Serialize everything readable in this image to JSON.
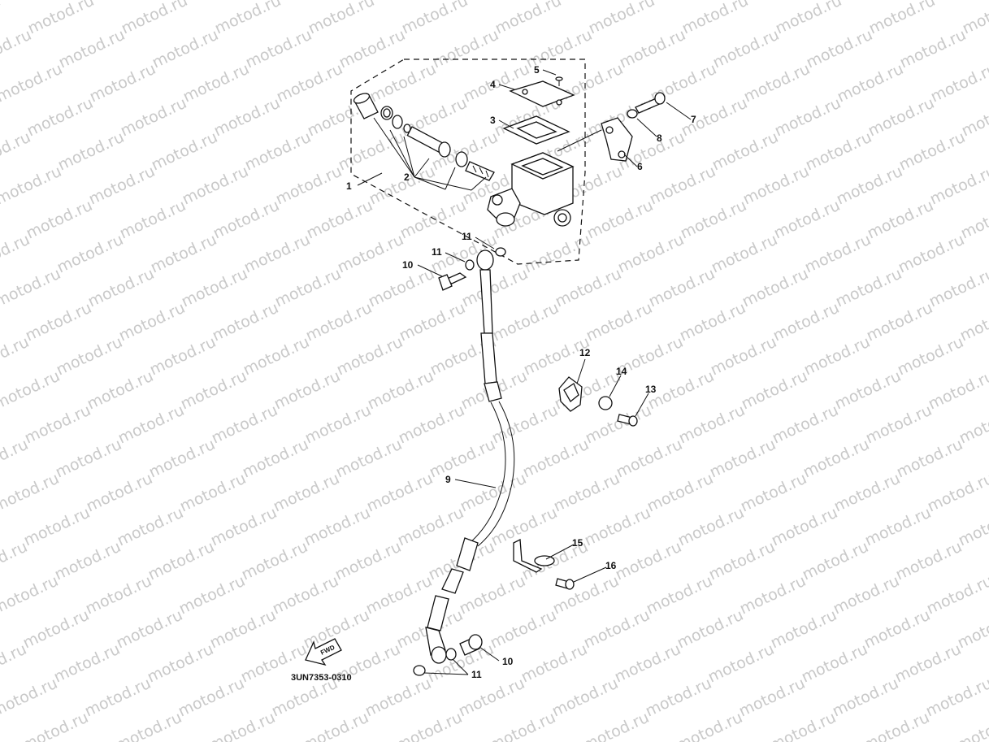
{
  "watermark": {
    "text": "motod.ru"
  },
  "diagram": {
    "code": "3UN7353-0310",
    "fwd_label": "FWD",
    "callouts": {
      "c1": "1",
      "c2": "2",
      "c3": "3",
      "c4": "4",
      "c5": "5",
      "c6": "6",
      "c7": "7",
      "c8": "8",
      "c9": "9",
      "c10a": "10",
      "c10b": "10",
      "c11a": "11",
      "c11b": "11",
      "c11c": "11",
      "c12": "12",
      "c13": "13",
      "c14": "14",
      "c15": "15",
      "c16": "16"
    }
  }
}
